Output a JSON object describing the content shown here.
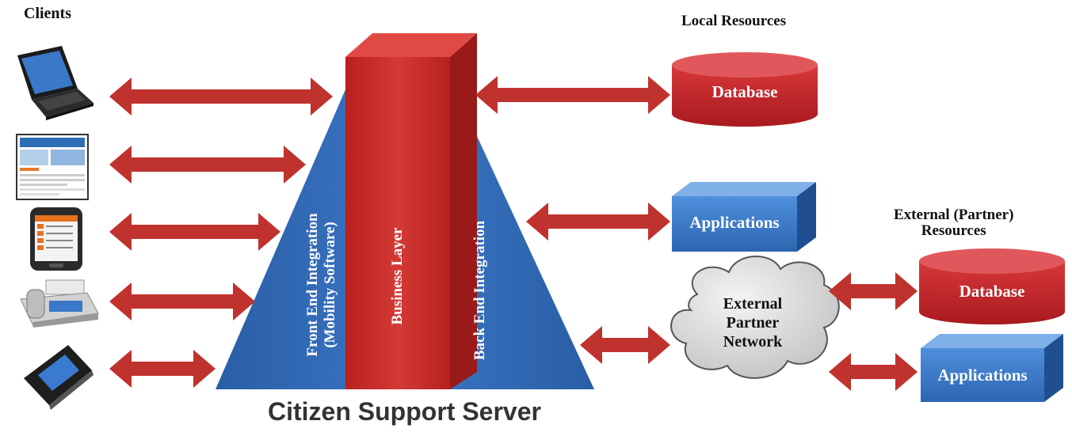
{
  "headings": {
    "clients": "Clients",
    "local_resources": "Local Resources",
    "external_resources_line1": "External (Partner)",
    "external_resources_line2": "Resources"
  },
  "server": {
    "caption": "Citizen Support Server",
    "business_layer": "Business Layer",
    "front_end_line1": "Front End Integration",
    "front_end_line2": "(Mobility Software)",
    "back_end": "Back End Integration"
  },
  "local": {
    "database": "Database",
    "applications": "Applications"
  },
  "network": {
    "line1": "External",
    "line2": "Partner",
    "line3": "Network"
  },
  "external": {
    "database": "Database",
    "applications": "Applications"
  },
  "clients": [
    "laptop",
    "website",
    "smartphone",
    "fax-machine",
    "mobile-phone"
  ],
  "colors": {
    "arrow": "#c0322d",
    "pillar": "#c9302c",
    "pyramid": "#2f67b1",
    "database": "#c4262b",
    "application": "#3f7fcb",
    "cloud": "#d9d9d9"
  }
}
